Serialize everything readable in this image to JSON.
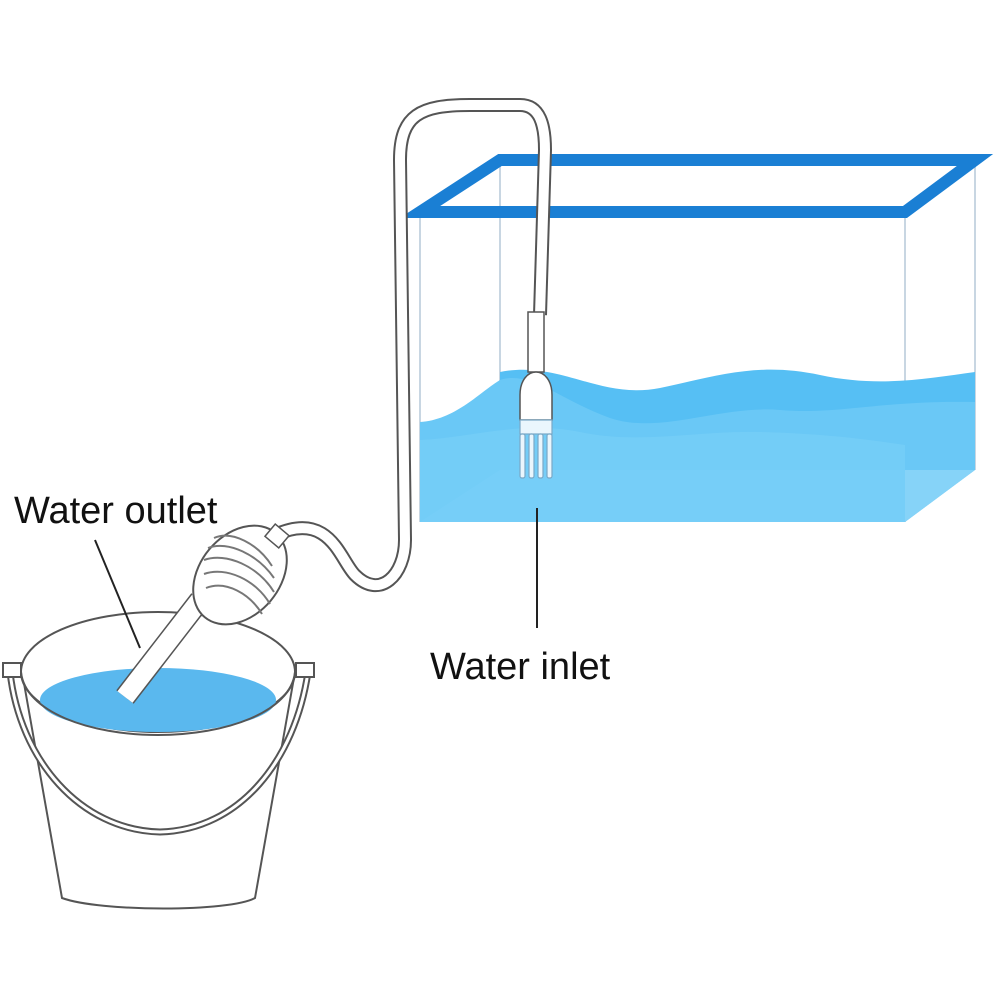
{
  "labels": {
    "water_outlet": "Water outlet",
    "water_inlet": "Water inlet"
  },
  "colors": {
    "tank_frame": "#1a7fd4",
    "tank_water": "#56bff4",
    "tank_water_light": "#7dd0f7",
    "tank_glass_edge": "#c8d6e2",
    "bucket_water": "#5ab8ee",
    "outline": "#555555",
    "text": "#111111"
  },
  "components": {
    "tank": "aquarium-tank",
    "bucket": "bucket",
    "hose": "siphon-hose",
    "bulb": "squeeze-bulb",
    "gravel_tube": "gravel-vacuum-tube"
  }
}
